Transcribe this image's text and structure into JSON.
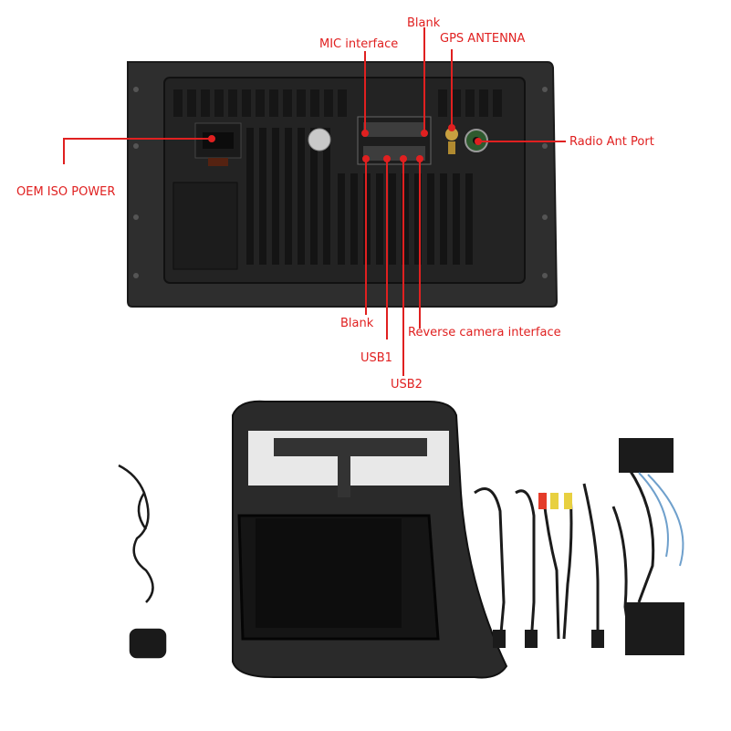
{
  "labels": {
    "blank_top": "Blank",
    "mic": "MIC interface",
    "gps": "GPS ANTENNA",
    "oem": "OEM ISO POWER",
    "radio": "Radio Ant Port",
    "blank_bottom": "Blank",
    "usb1": "USB1",
    "reverse": "Reverse camera interface",
    "usb2": "USB2"
  },
  "colors": {
    "callout": "#e02020",
    "unit_body": "#2b2b2b",
    "unit_frame": "#3a3a3a",
    "screen": "#141414"
  }
}
